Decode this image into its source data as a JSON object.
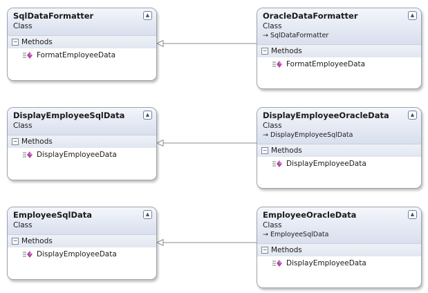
{
  "diagram": {
    "classes": [
      {
        "id": "sql-data-formatter",
        "name": "SqlDataFormatter",
        "stereotype": "Class",
        "inherits": "",
        "section": "Methods",
        "methods": [
          "FormatEmployeeData"
        ]
      },
      {
        "id": "oracle-data-formatter",
        "name": "OracleDataFormatter",
        "stereotype": "Class",
        "inherits": "SqlDataFormatter",
        "section": "Methods",
        "methods": [
          "FormatEmployeeData"
        ]
      },
      {
        "id": "display-employee-sql-data",
        "name": "DisplayEmployeeSqlData",
        "stereotype": "Class",
        "inherits": "",
        "section": "Methods",
        "methods": [
          "DisplayEmployeeData"
        ]
      },
      {
        "id": "display-employee-oracle-data",
        "name": "DisplayEmployeeOracleData",
        "stereotype": "Class",
        "inherits": "DisplayEmployeeSqlData",
        "section": "Methods",
        "methods": [
          "DisplayEmployeeData"
        ]
      },
      {
        "id": "employee-sql-data",
        "name": "EmployeeSqlData",
        "stereotype": "Class",
        "inherits": "",
        "section": "Methods",
        "methods": [
          "DisplayEmployeeData"
        ]
      },
      {
        "id": "employee-oracle-data",
        "name": "EmployeeOracleData",
        "stereotype": "Class",
        "inherits": "EmployeeSqlData",
        "section": "Methods",
        "methods": [
          "DisplayEmployeeData"
        ]
      }
    ],
    "relations": [
      {
        "from": "OracleDataFormatter",
        "to": "SqlDataFormatter",
        "type": "inheritance"
      },
      {
        "from": "DisplayEmployeeOracleData",
        "to": "DisplayEmployeeSqlData",
        "type": "inheritance"
      },
      {
        "from": "EmployeeOracleData",
        "to": "EmployeeSqlData",
        "type": "inheritance"
      }
    ],
    "colors": {
      "header": "#e3e8f3",
      "border": "#9aa3ad",
      "method_icon": "#b04aa6"
    },
    "icons": {
      "collapse": "collapse-up-icon",
      "section": "minus-box-icon",
      "method": "method-icon",
      "inherit": "inherit-arrow-icon"
    }
  }
}
